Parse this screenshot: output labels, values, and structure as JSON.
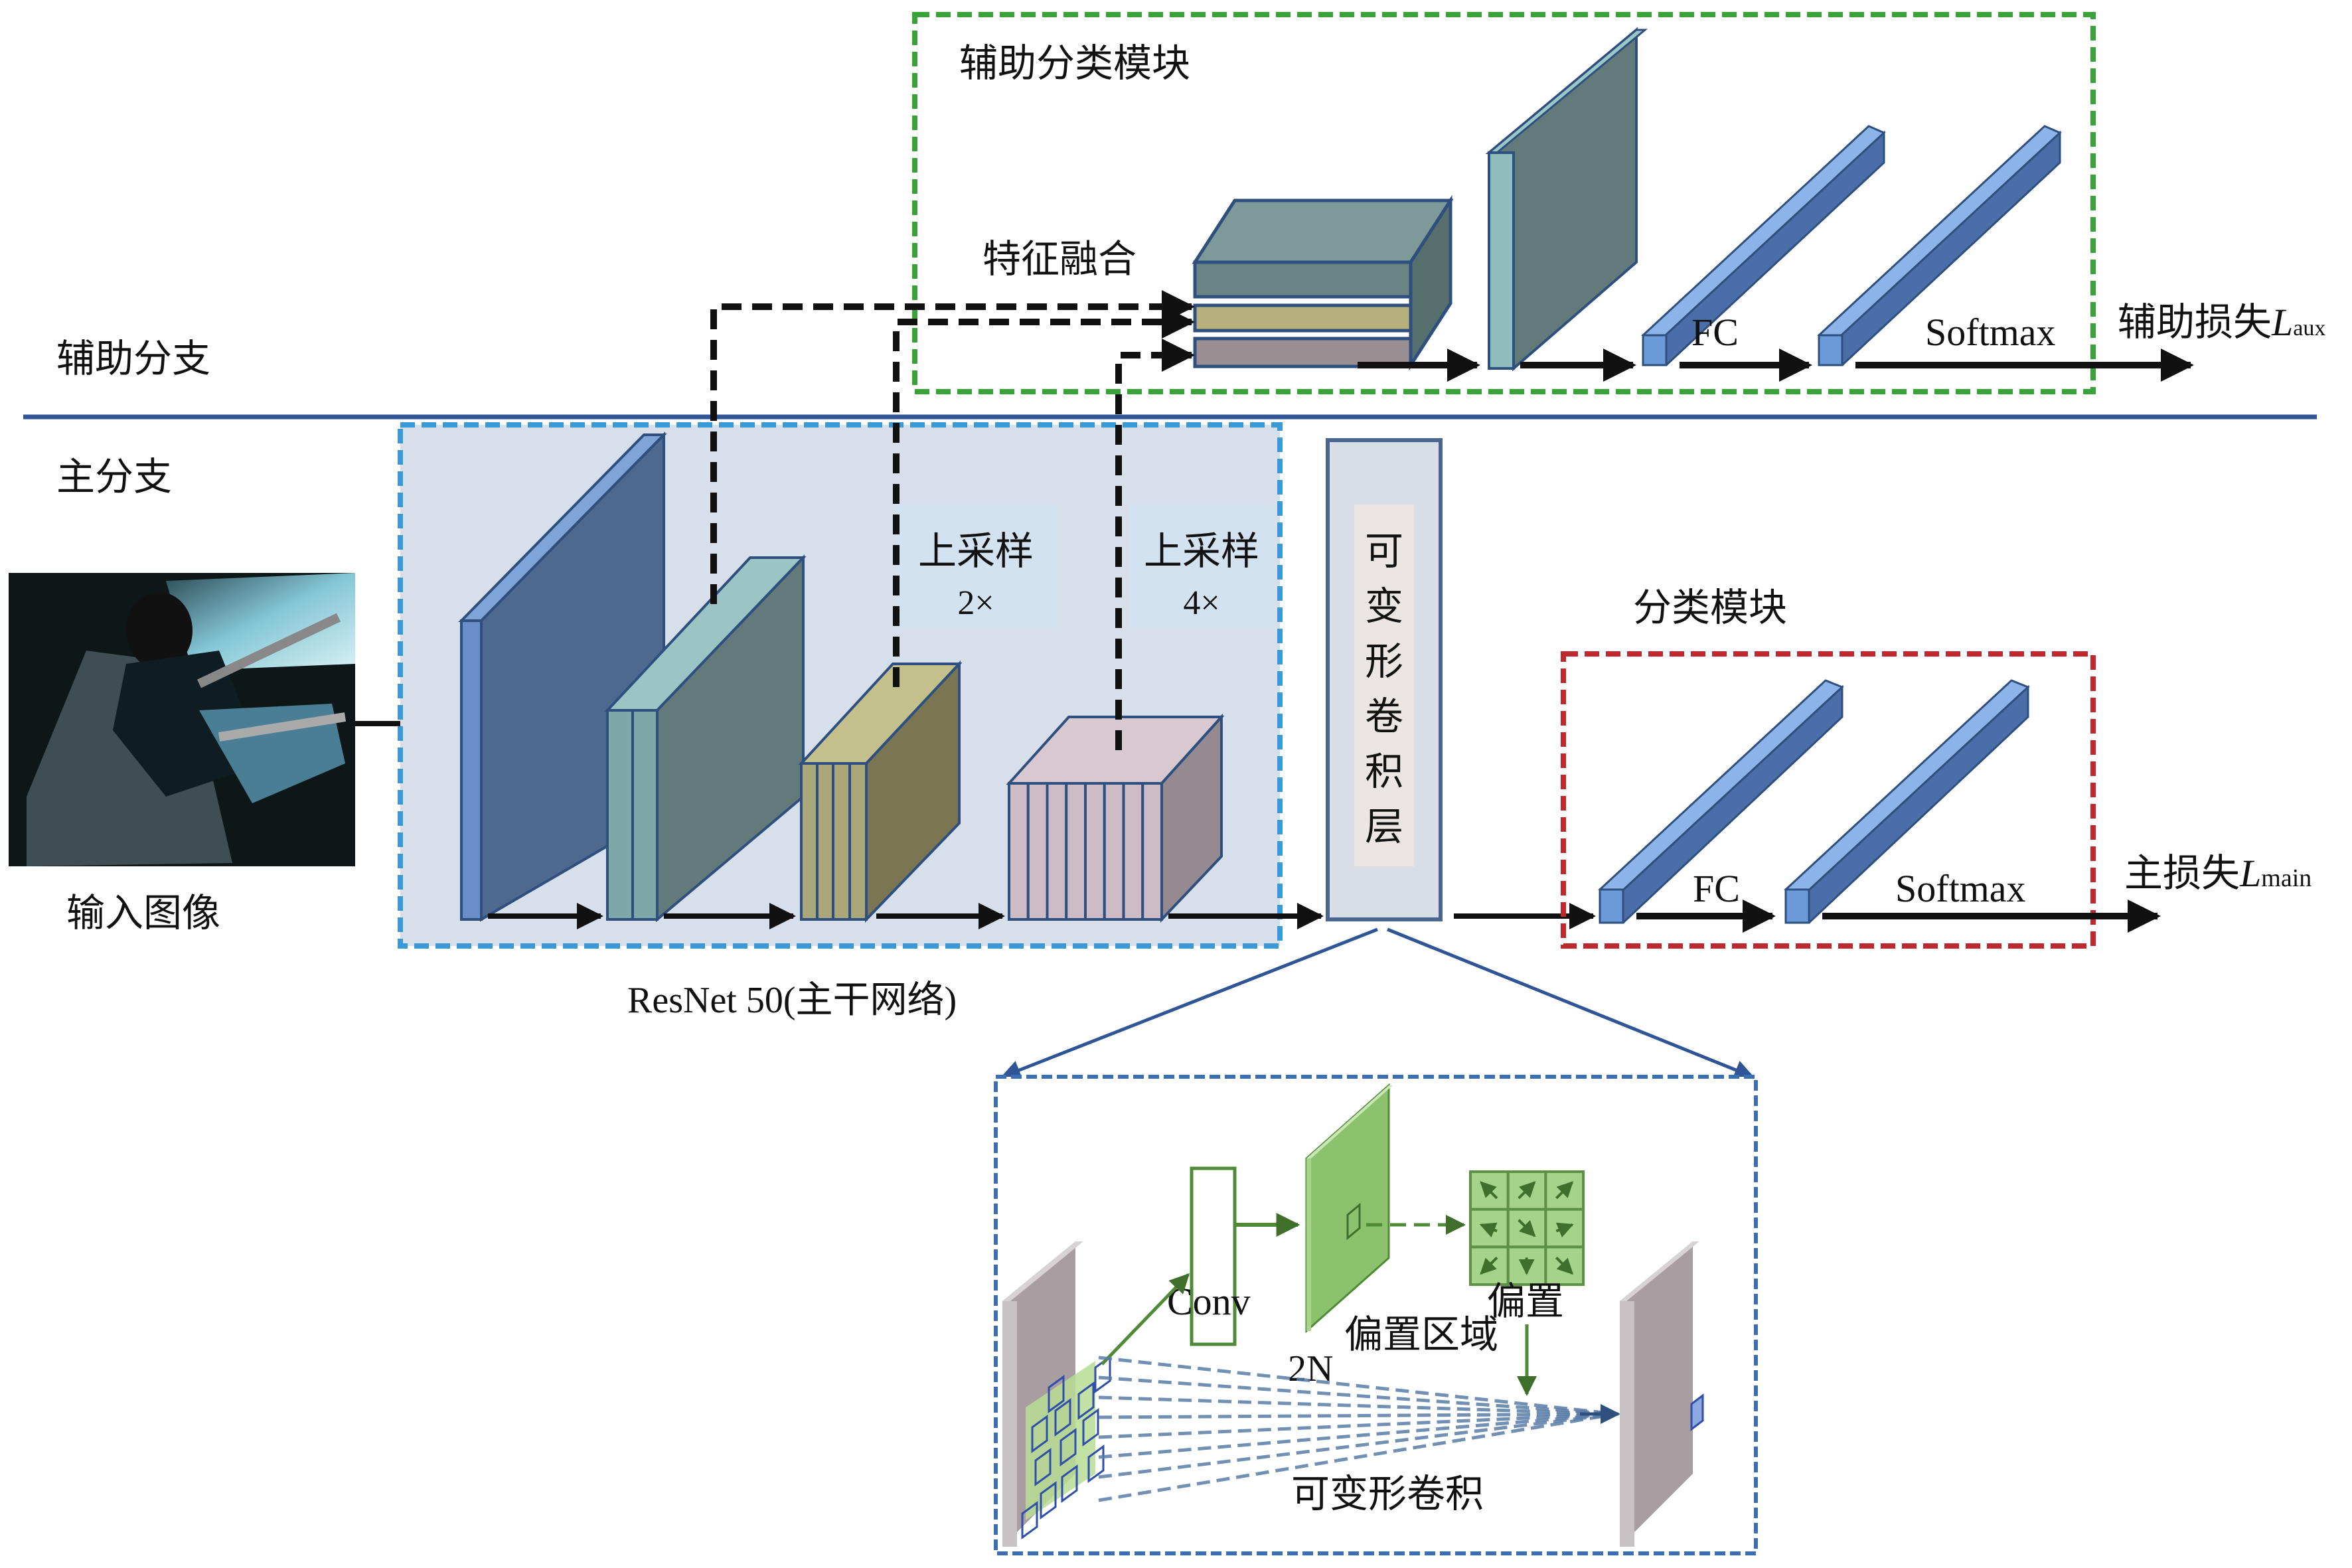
{
  "branches": {
    "aux_label": "辅助分支",
    "main_label": "主分支"
  },
  "input": {
    "label": "输入图像"
  },
  "backbone": {
    "label": "ResNet 50(主干网络)",
    "upsample_2x": {
      "line1": "上采样",
      "line2": "2×"
    },
    "upsample_4x": {
      "line1": "上采样",
      "line2": "4×"
    }
  },
  "deform_layer": {
    "chars": [
      "可",
      "变",
      "形",
      "卷",
      "积",
      "层"
    ]
  },
  "aux_module": {
    "title": "辅助分类模块",
    "fusion_label": "特征融合",
    "fc_label": "FC",
    "softmax_label": "Softmax",
    "loss_label": "辅助损失",
    "loss_symbol": "L",
    "loss_subscript": "aux"
  },
  "cls_module": {
    "title": "分类模块",
    "fc_label": "FC",
    "softmax_label": "Softmax",
    "loss_label": "主损失",
    "loss_symbol": "L",
    "loss_subscript": "main"
  },
  "detail": {
    "conv_label": "Conv",
    "offset_field_label": "偏置区域",
    "channels_label": "2N",
    "offset_label": "偏置",
    "deform_conv_label": "可变形卷积"
  },
  "colors": {
    "aux_box": "#3aa23a",
    "main_box": "#3a9ad9",
    "cls_box": "#c0282d",
    "detail_box": "#3a6fb5",
    "divider": "#2f5597",
    "layer_blue": "#6a8fc8",
    "layer_dark": "#4f6890",
    "layer_teal": "#7fa7a7",
    "layer_teal_dark": "#637a7a",
    "layer_olive": "#aaa77a",
    "layer_olive_dark": "#7a7654",
    "layer_pink": "#cdbcc6",
    "layer_pink_dark": "#958a8f",
    "panel": "#d6dfea",
    "fc_face": "#6b9bd8",
    "fc_side": "#4a6ea8",
    "green": "#8cc26e",
    "green_dark": "#4f8a36",
    "gray_panel": "#c9c2c4"
  }
}
